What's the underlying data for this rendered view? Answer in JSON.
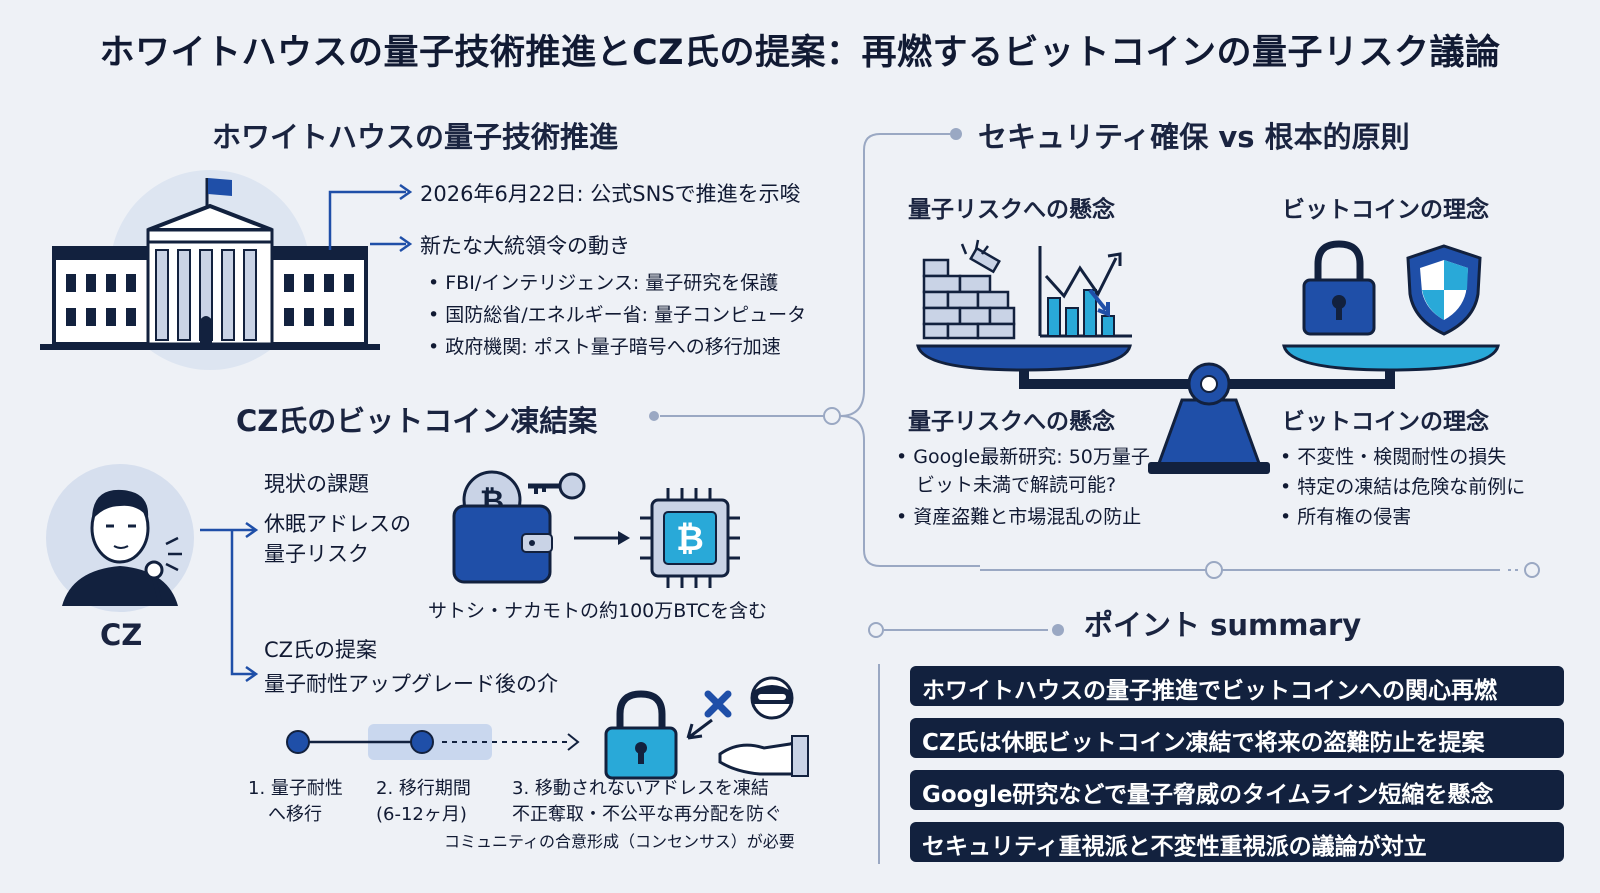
{
  "title": "ホワイトハウスの量子技術推進とCZ氏の提案：再燃するビットコインの量子リスク議論",
  "whitehouse": {
    "heading": "ホワイトハウスの量子技術推進",
    "point1": "2026年6月22日: 公式SNSで推進を示唆",
    "point2": "新たな大統領令の動き",
    "bullets": [
      "FBI/インテリジェンス: 量子研究を保護",
      "国防総省/エネルギー省: 量子コンピュータ",
      "政府機関: ポスト量子暗号への移行加速"
    ]
  },
  "cz": {
    "heading": "CZ氏のビットコイン凍結案",
    "person_label": "CZ",
    "issue_title": "現状の課題",
    "issue_line1": "休眠アドレスの",
    "issue_line2": "量子リスク",
    "satoshi_note": "サトシ・ナカモトの約100万BTCを含む",
    "proposal_title": "CZ氏の提案",
    "proposal_text": "量子耐性アップグレード後の介",
    "steps": [
      {
        "line1": "1. 量子耐性",
        "line2": "へ移行"
      },
      {
        "line1": "2. 移行期間",
        "line2": "(6-12ヶ月)"
      },
      {
        "line1": "3. 移動されないアドレスを凍結",
        "line2": "不正奪取・不公平な再分配を防ぐ"
      }
    ],
    "consensus_note": "コミュニティの合意形成（コンセンサス）が必要"
  },
  "balance": {
    "heading": "セキュリティ確保 vs 根本的原則",
    "left_label_top": "量子リスクへの懸念",
    "right_label_top": "ビットコインの理念",
    "left_title": "量子リスクへの懸念",
    "left_bullets": [
      "Google最新研究: 50万量子",
      "ビット未満で解読可能?",
      "資産盗難と市場混乱の防止"
    ],
    "right_title": "ビットコインの理念",
    "right_bullets": [
      "不変性・検閲耐性の損失",
      "特定の凍結は危険な前例に",
      "所有権の侵害"
    ]
  },
  "summary": {
    "heading": "ポイント summary",
    "items": [
      "ホワイトハウスの量子推進でビットコインへの関心再燃",
      "CZ氏は休眠ビットコイン凍結で将来の盗難防止を提案",
      "Google研究などで量子脅威のタイムライン短縮を懸念",
      "セキュリティ重視派と不変性重視派の議論が対立"
    ]
  },
  "colors": {
    "navy": "#12213e",
    "blue": "#1f4fa8",
    "light_blue": "#29a9d8",
    "connector": "#9aa8c3"
  },
  "icons": [
    "white-house-icon",
    "cz-portrait-icon",
    "wallet-icon",
    "key-icon",
    "bitcoin-chip-icon",
    "padlock-icon",
    "thief-icon",
    "broken-wall-icon",
    "falling-chart-icon",
    "shield-icon",
    "balance-scale-icon"
  ]
}
